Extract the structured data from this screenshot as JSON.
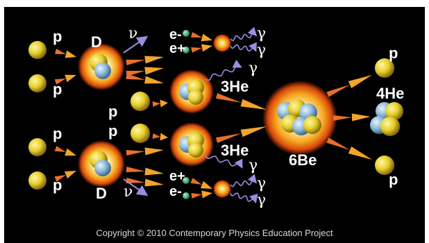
{
  "diagram": {
    "particles": {
      "proton": "p",
      "deuteron": "D",
      "neutrino": "ν",
      "electron": "e",
      "electron_sign": "-",
      "positron": "e",
      "positron_sign": "+",
      "gamma": "γ",
      "helium3_mass": "3",
      "helium3_symbol": "He",
      "beryllium6_mass": "6",
      "beryllium6_symbol": "Be",
      "helium4_mass": "4",
      "helium4_symbol": "He"
    },
    "copyright": "Copyright © 2010 Contemporary Physics Education Project"
  },
  "colors": {
    "background": "#000000",
    "proton": "#e8d23a",
    "neutron": "#8fb8d8",
    "flare": "#f08a1a",
    "arrow": "#f0a030",
    "neutrino_arrow": "#8a7fd0",
    "lepton": "#2fb86a",
    "text": "#ffffff"
  }
}
